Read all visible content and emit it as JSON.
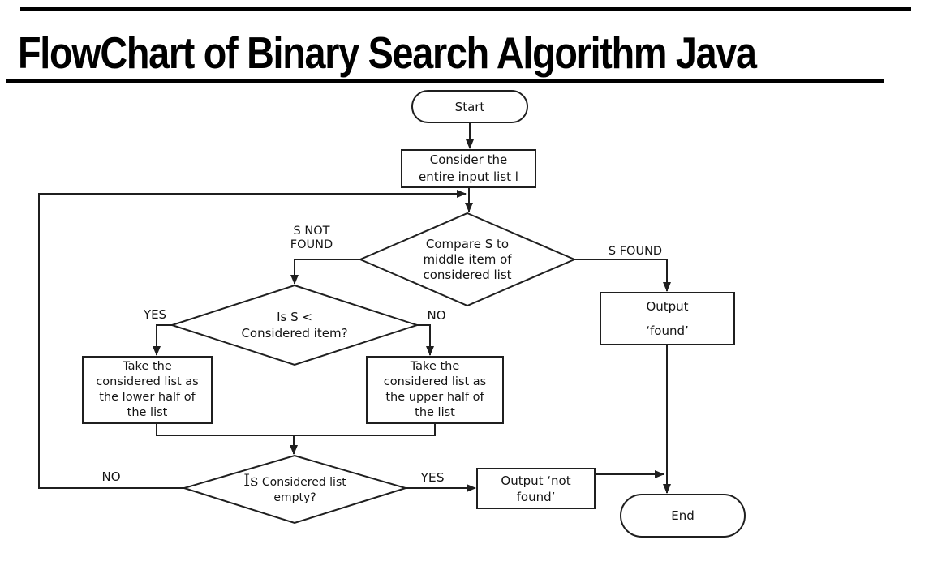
{
  "title": {
    "text": "FlowChart of Binary Search Algorithm Java"
  },
  "nodes": {
    "start": {
      "label": "Start"
    },
    "consider_list": {
      "line1": "Consider the",
      "line2": "entire input list l"
    },
    "compare": {
      "line1": "Compare S to",
      "line2": "middle item of",
      "line3": "considered list"
    },
    "is_less": {
      "line1": "Is S <",
      "line2": "Considered item?"
    },
    "lower_half": {
      "line1": "Take the",
      "line2": "considered list as",
      "line3": "the lower half of",
      "line4": "the list"
    },
    "upper_half": {
      "line1": "Take the",
      "line2": "considered list as",
      "line3": "the upper half of",
      "line4": "the list"
    },
    "output_found": {
      "line1": "Output",
      "line2": "‘found’"
    },
    "is_empty": {
      "word_is": "Is",
      "line1_rest": "Considered list",
      "line2": "empty?"
    },
    "output_not_found": {
      "line1": "Output ‘not",
      "line2": "found’"
    },
    "end": {
      "label": "End"
    }
  },
  "edge_labels": {
    "s_not_found_1": "S NOT",
    "s_not_found_2": "FOUND",
    "s_found": "S FOUND",
    "less_yes": "YES",
    "less_no": "NO",
    "empty_no": "NO",
    "empty_yes": "YES"
  },
  "colors": {
    "background": "#ffffff",
    "stroke": "#1f1f1f",
    "text": "#141414"
  }
}
